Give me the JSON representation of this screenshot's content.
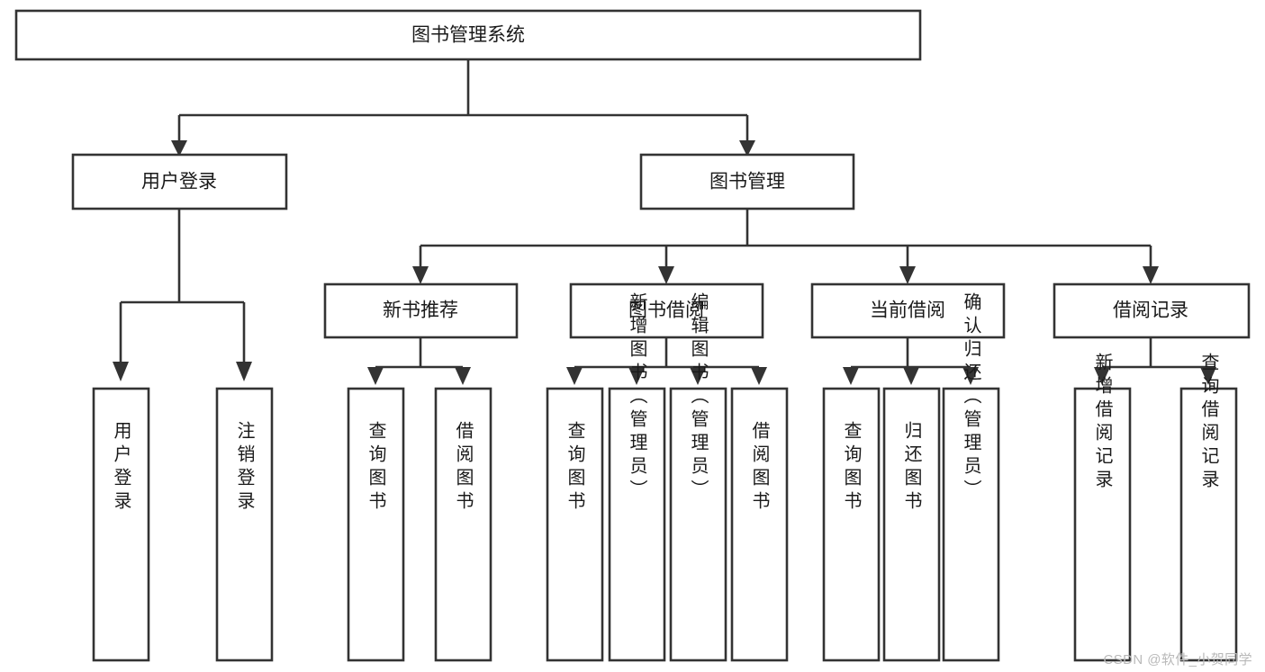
{
  "diagram": {
    "title_box": {
      "label": "图书管理系统"
    },
    "level2": [
      {
        "id": "user-login",
        "label": "用户登录"
      },
      {
        "id": "book-manage",
        "label": "图书管理"
      }
    ],
    "level3": [
      {
        "id": "new-book-recommend",
        "label": "新书推荐"
      },
      {
        "id": "book-borrow",
        "label": "图书借阅"
      },
      {
        "id": "current-borrow",
        "label": "当前借阅"
      },
      {
        "id": "borrow-record",
        "label": "借阅记录"
      }
    ],
    "leaves": {
      "user_login": [
        {
          "id": "leaf-user-login",
          "label": "用户登录"
        },
        {
          "id": "leaf-logout-login",
          "label": "注销登录"
        }
      ],
      "new_book_recommend": [
        {
          "id": "leaf-query-book-1",
          "label": "查询图书"
        },
        {
          "id": "leaf-borrow-book-1",
          "label": "借阅图书"
        }
      ],
      "book_borrow": [
        {
          "id": "leaf-query-book-2",
          "label": "查询图书"
        },
        {
          "id": "leaf-add-book",
          "label": "新增图书（管理员）"
        },
        {
          "id": "leaf-edit-book",
          "label": "编辑图书（管理员）"
        },
        {
          "id": "leaf-borrow-book-2",
          "label": "借阅图书"
        }
      ],
      "current_borrow": [
        {
          "id": "leaf-query-book-3",
          "label": "查询图书"
        },
        {
          "id": "leaf-return-book",
          "label": "归还图书"
        },
        {
          "id": "leaf-confirm-return",
          "label": "确认归还（管理员）"
        }
      ],
      "borrow_record": [
        {
          "id": "leaf-add-borrow-record",
          "label": "新增借阅记录"
        },
        {
          "id": "leaf-query-borrow-record",
          "label": "查询借阅记录"
        }
      ]
    },
    "watermark": "CSDN @软件_小贺同学",
    "colors": {
      "background": "#ffffff",
      "box_fill": "#ffffff",
      "stroke": "#333333",
      "text": "#1a1a1a",
      "watermark": "#b9b9b9"
    }
  }
}
